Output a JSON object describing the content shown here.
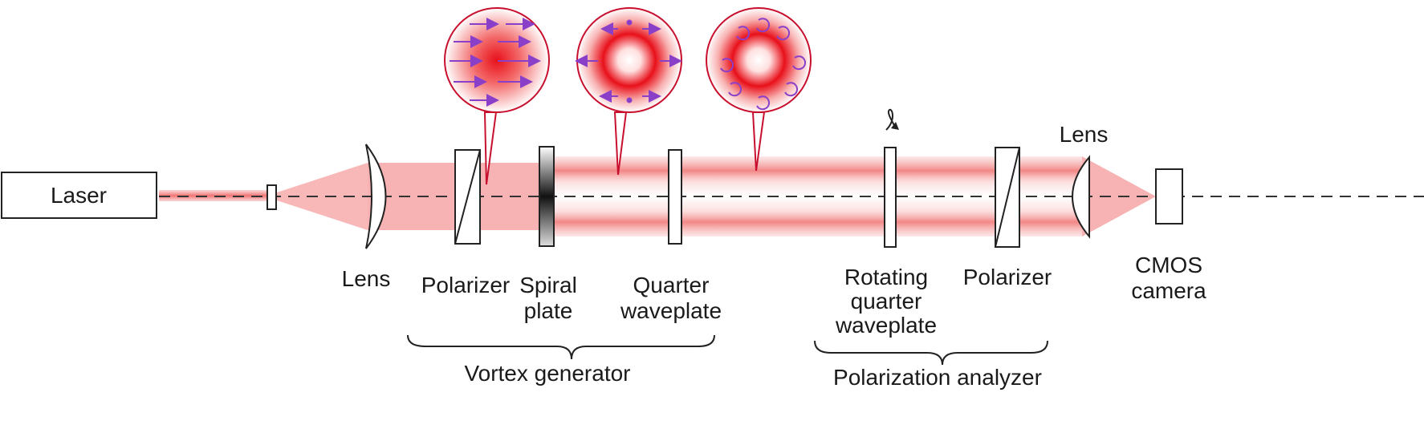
{
  "laser_label": "Laser",
  "components": {
    "lens1": "Lens",
    "polarizer1": "Polarizer",
    "spiral_plate": [
      "Spiral",
      "plate"
    ],
    "quarter_waveplate": [
      "Quarter",
      "waveplate"
    ],
    "rotating_qwp": [
      "Rotating",
      "quarter",
      "waveplate"
    ],
    "polarizer2": "Polarizer",
    "lens2": "Lens",
    "cmos_camera": [
      "CMOS",
      "camera"
    ]
  },
  "groups": {
    "vortex_generator": "Vortex generator",
    "polarization_analyzer": "Polarization analyzer"
  },
  "colors": {
    "beam": "#f06a6a",
    "beam_core": "#e8141e",
    "arrow": "#8a3fc8",
    "outline": "#222222",
    "bubble": "#c8102e"
  }
}
